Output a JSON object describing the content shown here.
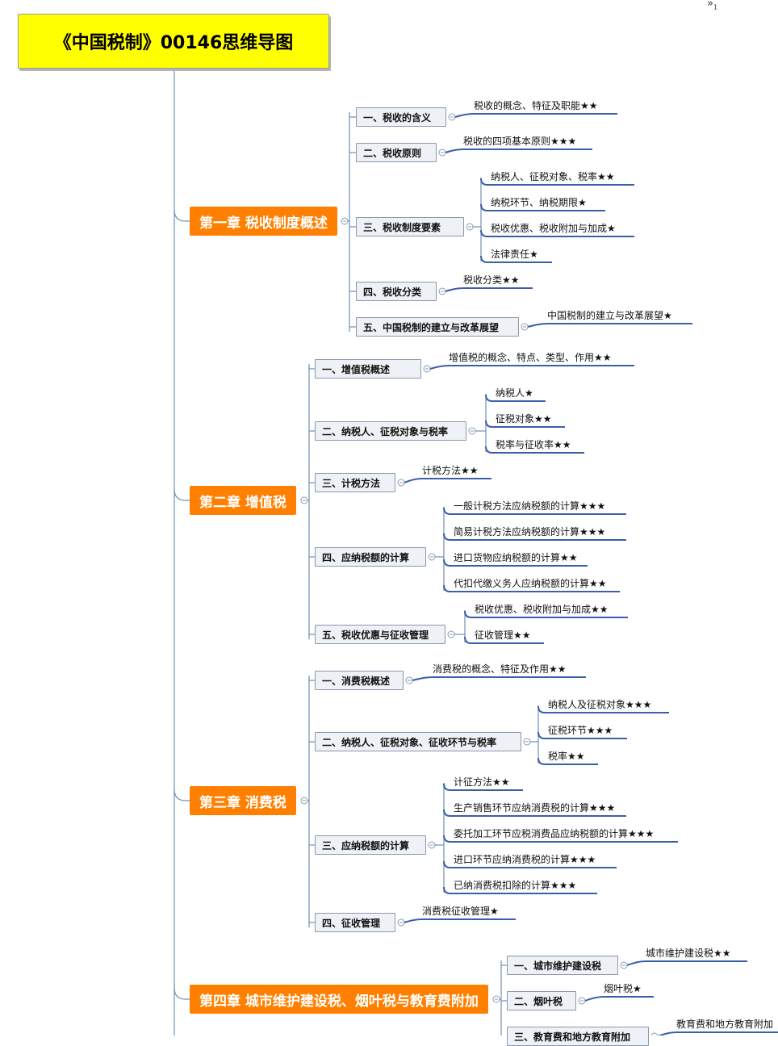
{
  "title": "《中国税制》00146思维导图",
  "corner": {
    "arrow": "»",
    "number": "1"
  },
  "chapters": [
    {
      "label": "第一章 税收制度概述",
      "sections": [
        {
          "label": "一、税收的含义",
          "items": [
            "税收的概念、特征及职能★★"
          ]
        },
        {
          "label": "二、税收原则",
          "items": [
            "税收的四项基本原则★★★"
          ]
        },
        {
          "label": "三、税收制度要素",
          "items": [
            "纳税人、征税对象、税率★★",
            "纳税环节、纳税期限★",
            "税收优惠、税收附加与加成★",
            "法律责任★"
          ]
        },
        {
          "label": "四、税收分类",
          "items": [
            "税收分类★★"
          ]
        },
        {
          "label": "五、中国税制的建立与改革展望",
          "items": [
            "中国税制的建立与改革展望★"
          ]
        }
      ]
    },
    {
      "label": "第二章 增值税",
      "sections": [
        {
          "label": "一、增值税概述",
          "items": [
            "增值税的概念、特点、类型、作用★★"
          ]
        },
        {
          "label": "二、纳税人、征税对象与税率",
          "items": [
            "纳税人★",
            "征税对象★★",
            "税率与征收率★★"
          ]
        },
        {
          "label": "三、计税方法",
          "items": [
            "计税方法★★"
          ]
        },
        {
          "label": "四、应纳税额的计算",
          "items": [
            "一般计税方法应纳税额的计算★★★",
            "简易计税方法应纳税额的计算★★★",
            "进口货物应纳税额的计算★★",
            "代扣代缴义务人应纳税额的计算★★"
          ]
        },
        {
          "label": "五、税收优惠与征收管理",
          "items": [
            "税收优惠、税收附加与加成★★",
            "征收管理★★"
          ]
        }
      ]
    },
    {
      "label": "第三章 消费税",
      "sections": [
        {
          "label": "一、消费税概述",
          "items": [
            "消费税的概念、特征及作用★★"
          ]
        },
        {
          "label": "二、纳税人、征税对象、征收环节与税率",
          "items": [
            "纳税人及征税对象★★★",
            "征税环节★★★",
            "税率★★"
          ]
        },
        {
          "label": "三、应纳税额的计算",
          "items": [
            "计征方法★★",
            "生产销售环节应纳消费税的计算★★★",
            "委托加工环节应税消费品应纳税额的计算★★★",
            "进口环节应纳消费税的计算★★★",
            "已纳消费税扣除的计算★★★"
          ]
        },
        {
          "label": "四、征收管理",
          "items": [
            "消费税征收管理★"
          ]
        }
      ]
    },
    {
      "label": "第四章 城市维护建设税、烟叶税与教育费附加",
      "sections": [
        {
          "label": "一、城市维护建设税",
          "items": [
            "城市维护建设税★★"
          ]
        },
        {
          "label": "二、烟叶税",
          "items": [
            "烟叶税★"
          ]
        },
        {
          "label": "三、教育费和地方教育附加",
          "items": [
            "教育费和地方教育附加"
          ]
        }
      ]
    }
  ],
  "colors": {
    "root_fill": "#ffff00",
    "chapter_fill": "#ff8000",
    "section_fill": "#eef1f6",
    "section_border": "#8c98ad",
    "leaf_underline": "#3a5fa8",
    "connector": "#6f8fb3"
  }
}
